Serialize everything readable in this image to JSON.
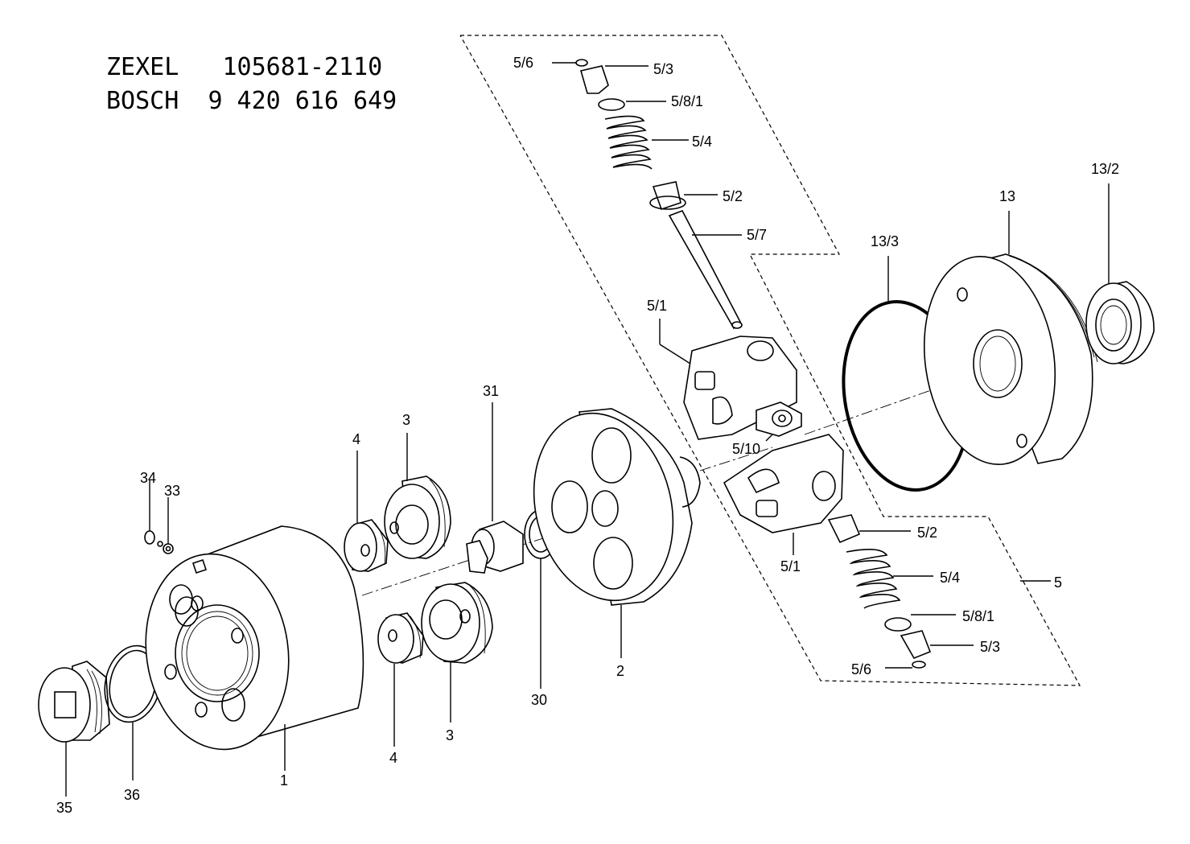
{
  "header": {
    "line1_brand": "ZEXEL",
    "line1_number": "105681-2110",
    "line2_brand": "BOSCH",
    "line2_number": "9 420 616 649"
  },
  "labels": {
    "p5_6_top": "5/6",
    "p5_3_top": "5/3",
    "p5_8_1_top": "5/8/1",
    "p5_4_top": "5/4",
    "p5_2_top": "5/2",
    "p5_7": "5/7",
    "p5_1_top": "5/1",
    "p5_10": "5/10",
    "p5_1_bottom": "5/1",
    "p5_2_bottom": "5/2",
    "p5_4_bottom": "5/4",
    "p5_8_1_bottom": "5/8/1",
    "p5_3_bottom": "5/3",
    "p5_6_bottom": "5/6",
    "p5": "5",
    "p13": "13",
    "p13_2": "13/2",
    "p13_3": "13/3",
    "p31": "31",
    "p4_top": "4",
    "p3_top": "3",
    "p34": "34",
    "p33": "33",
    "p2": "2",
    "p30": "30",
    "p4_bottom": "4",
    "p3_bottom": "3",
    "p1": "1",
    "p35": "35",
    "p36": "36"
  }
}
